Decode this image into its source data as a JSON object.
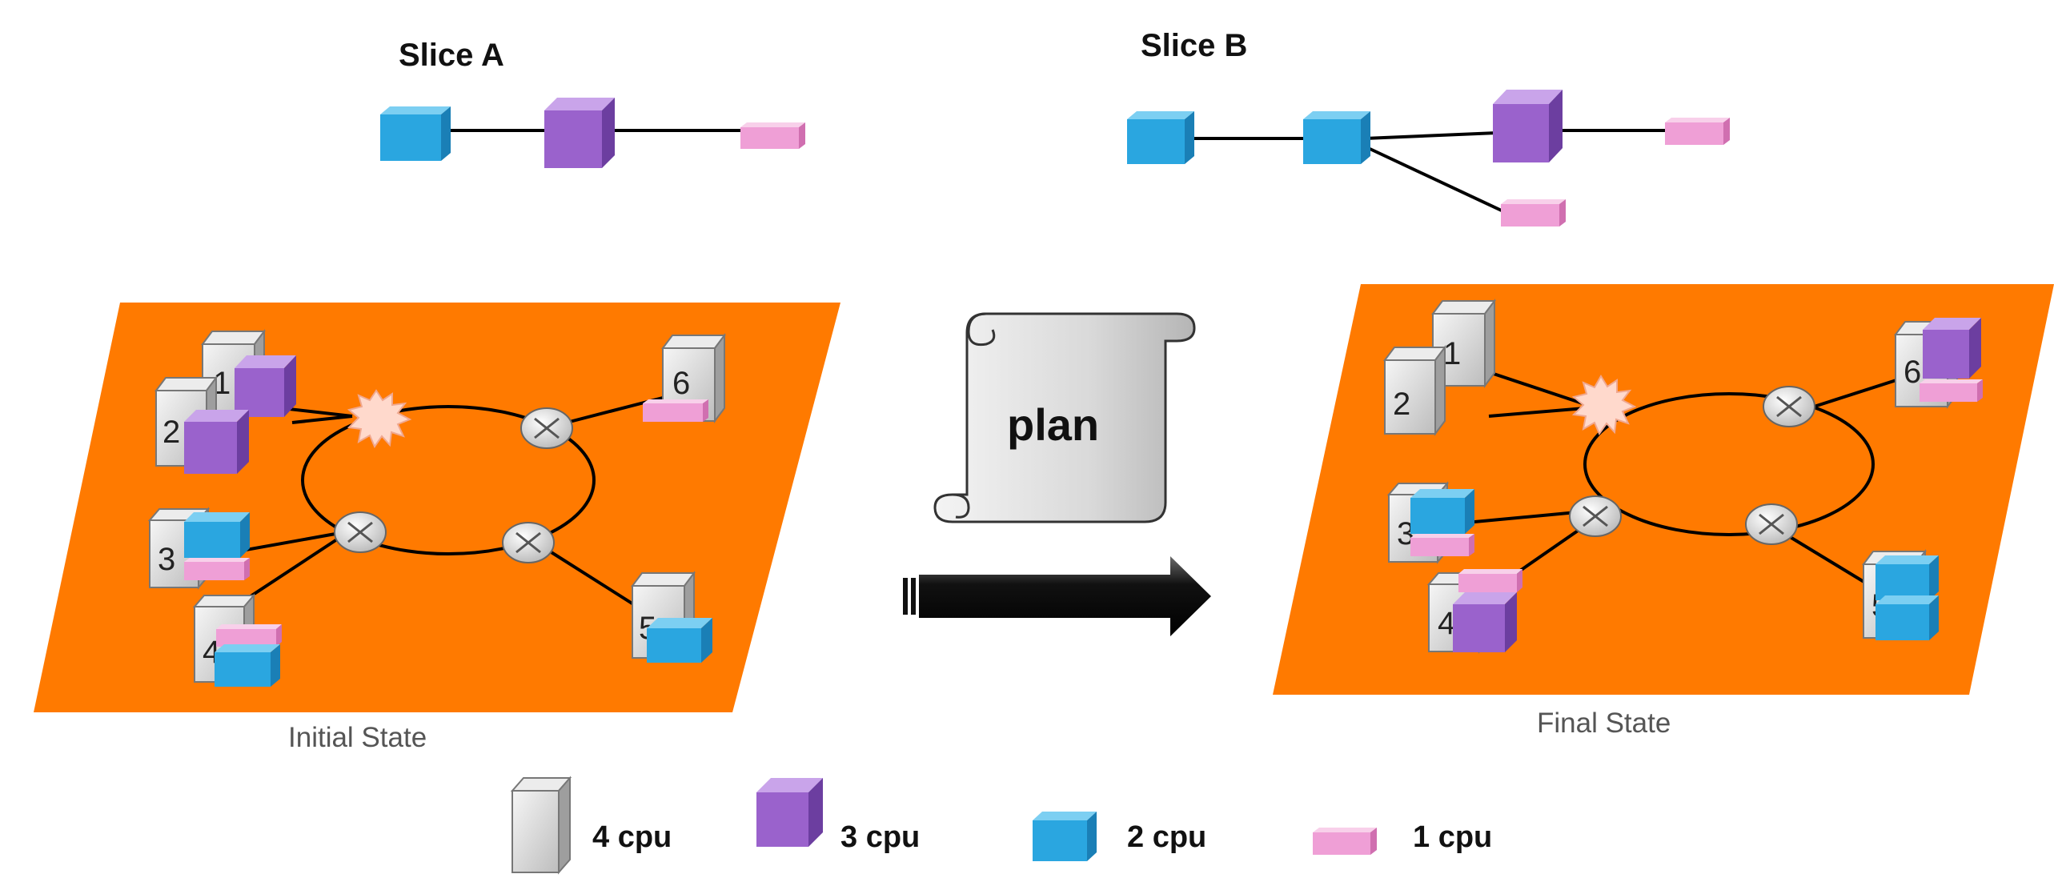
{
  "slices": {
    "a_label": "Slice A",
    "b_label": "Slice B"
  },
  "states": {
    "initial_label": "Initial State",
    "final_label": "Final State"
  },
  "plan": {
    "label": "plan"
  },
  "servers": [
    "1",
    "2",
    "3",
    "4",
    "5",
    "6"
  ],
  "legend": {
    "cpu4": "4 cpu",
    "cpu3": "3 cpu",
    "cpu2": "2 cpu",
    "cpu1": "1 cpu"
  },
  "colors": {
    "platform": "#ff7a00",
    "vm_4cpu": "#d8d8d8",
    "vm_3cpu": "#9a62cc",
    "vm_2cpu": "#2aa6e0",
    "vm_1cpu": "#ef9fd6",
    "burst": "#ffd9cc"
  }
}
